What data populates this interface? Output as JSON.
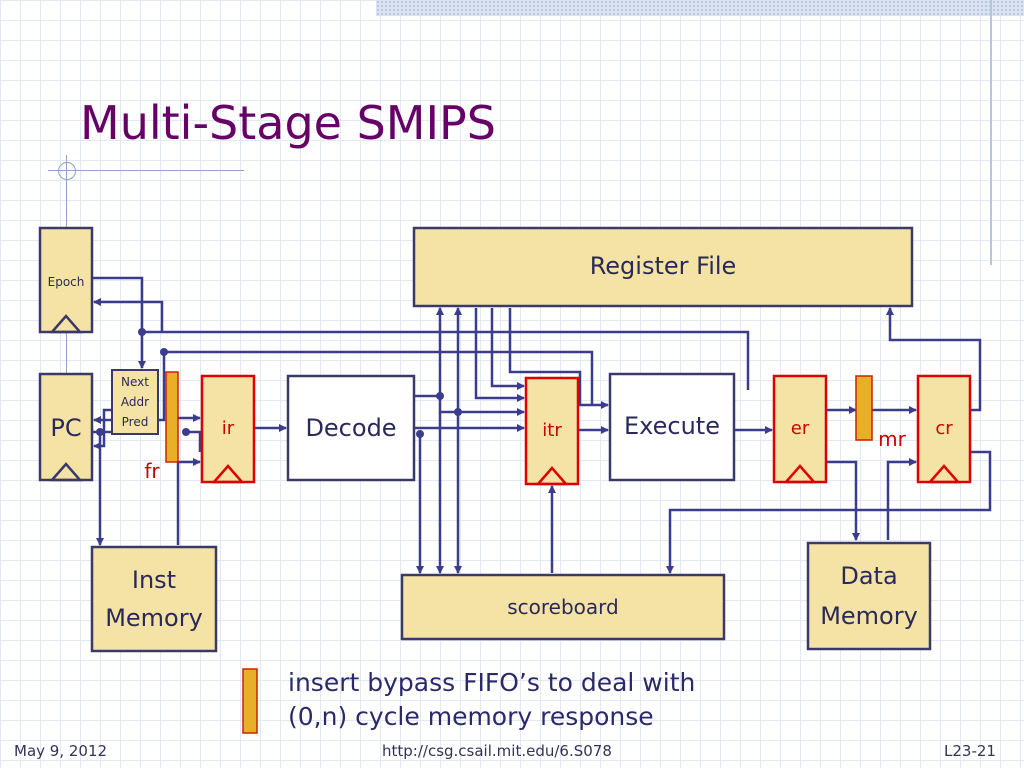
{
  "slide": {
    "title": "Multi-Stage SMIPS",
    "note_line1": "insert bypass FIFO’s to deal with",
    "note_line2": "(0,n) cycle memory response",
    "footer_date": "May 9, 2012",
    "footer_url": "http://csg.csail.mit.edu/6.S078",
    "footer_page": "L23-21"
  },
  "diagram": {
    "epoch": "Epoch",
    "pc": "PC",
    "next_addr_pred_1": "Next",
    "next_addr_pred_2": "Addr",
    "next_addr_pred_3": "Pred",
    "fr": "fr",
    "ir": "ir",
    "decode": "Decode",
    "itr": "itr",
    "execute": "Execute",
    "er": "er",
    "mr": "mr",
    "cr": "cr",
    "register_file": "Register File",
    "scoreboard": "scoreboard",
    "inst_memory_1": "Inst",
    "inst_memory_2": "Memory",
    "data_memory_1": "Data",
    "data_memory_2": "Memory"
  },
  "colors": {
    "box_fill": "#f4e3a4",
    "box_stroke": "#3a3a6a",
    "pipe_reg_stroke": "#dd0000",
    "fifo_fill": "#e8b028",
    "fifo_stroke": "#cc2200",
    "wire": "#3b3d8c",
    "label_red": "#cc0000",
    "title": "#660066"
  }
}
